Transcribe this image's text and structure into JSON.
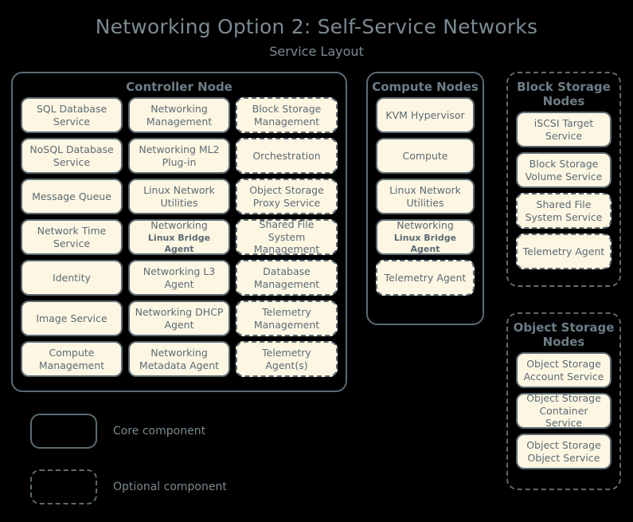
{
  "title": {
    "main": "Networking Option 2: Self-Service Networks",
    "sub": "Service Layout"
  },
  "colors": {
    "background": "#000000",
    "box_fill": "#fdf6e3",
    "box_border": "#5c6b73",
    "title_text": "#7b8a91",
    "label_text": "#5c6b73"
  },
  "controller_node": {
    "title": "Controller Node",
    "border": "solid",
    "services": [
      {
        "label": "SQL Database Service",
        "border": "solid"
      },
      {
        "label": "Networking Management",
        "border": "solid"
      },
      {
        "label": "Block Storage Management",
        "border": "dashed"
      },
      {
        "label": "NoSQL Database Service",
        "border": "solid"
      },
      {
        "label": "Networking ML2 Plug-in",
        "border": "solid"
      },
      {
        "label": "Orchestration",
        "border": "dashed"
      },
      {
        "label": "Message Queue",
        "border": "solid"
      },
      {
        "label": "Linux Network Utilities",
        "border": "solid"
      },
      {
        "label": "Object Storage Proxy Service",
        "border": "dashed"
      },
      {
        "label": "Network Time Service",
        "border": "solid"
      },
      {
        "label": "Networking",
        "sub": "Linux Bridge Agent",
        "border": "solid"
      },
      {
        "label": "Shared File System Management",
        "border": "dashed"
      },
      {
        "label": "Identity",
        "border": "solid"
      },
      {
        "label": "Networking L3 Agent",
        "border": "solid"
      },
      {
        "label": "Database Management",
        "border": "dashed"
      },
      {
        "label": "Image Service",
        "border": "solid"
      },
      {
        "label": "Networking DHCP Agent",
        "border": "solid"
      },
      {
        "label": "Telemetry Management",
        "border": "dashed"
      },
      {
        "label": "Compute Management",
        "border": "solid"
      },
      {
        "label": "Networking Metadata Agent",
        "border": "solid"
      },
      {
        "label": "Telemetry Agent(s)",
        "border": "dashed"
      }
    ]
  },
  "compute_nodes": {
    "title": "Compute Nodes",
    "border": "solid",
    "services": [
      {
        "label": "KVM Hypervisor",
        "border": "solid"
      },
      {
        "label": "Compute",
        "border": "solid"
      },
      {
        "label": "Linux Network Utilities",
        "border": "solid"
      },
      {
        "label": "Networking",
        "sub": "Linux Bridge Agent",
        "border": "solid"
      },
      {
        "label": "Telemetry Agent",
        "border": "dashed"
      }
    ]
  },
  "block_storage_nodes": {
    "title": "Block Storage Nodes",
    "border": "dashed",
    "services": [
      {
        "label": "iSCSI Target Service",
        "border": "solid"
      },
      {
        "label": "Block Storage Volume Service",
        "border": "solid"
      },
      {
        "label": "Shared File System Service",
        "border": "dashed"
      },
      {
        "label": "Telemetry Agent",
        "border": "dashed"
      }
    ]
  },
  "object_storage_nodes": {
    "title": "Object Storage Nodes",
    "border": "dashed",
    "services": [
      {
        "label": "Object Storage Account Service",
        "border": "solid"
      },
      {
        "label": "Object Storage Container Service",
        "border": "solid"
      },
      {
        "label": "Object Storage Object Service",
        "border": "solid"
      }
    ]
  },
  "legend": [
    {
      "label": "Core component",
      "border": "solid"
    },
    {
      "label": "Optional component",
      "border": "dashed"
    }
  ]
}
